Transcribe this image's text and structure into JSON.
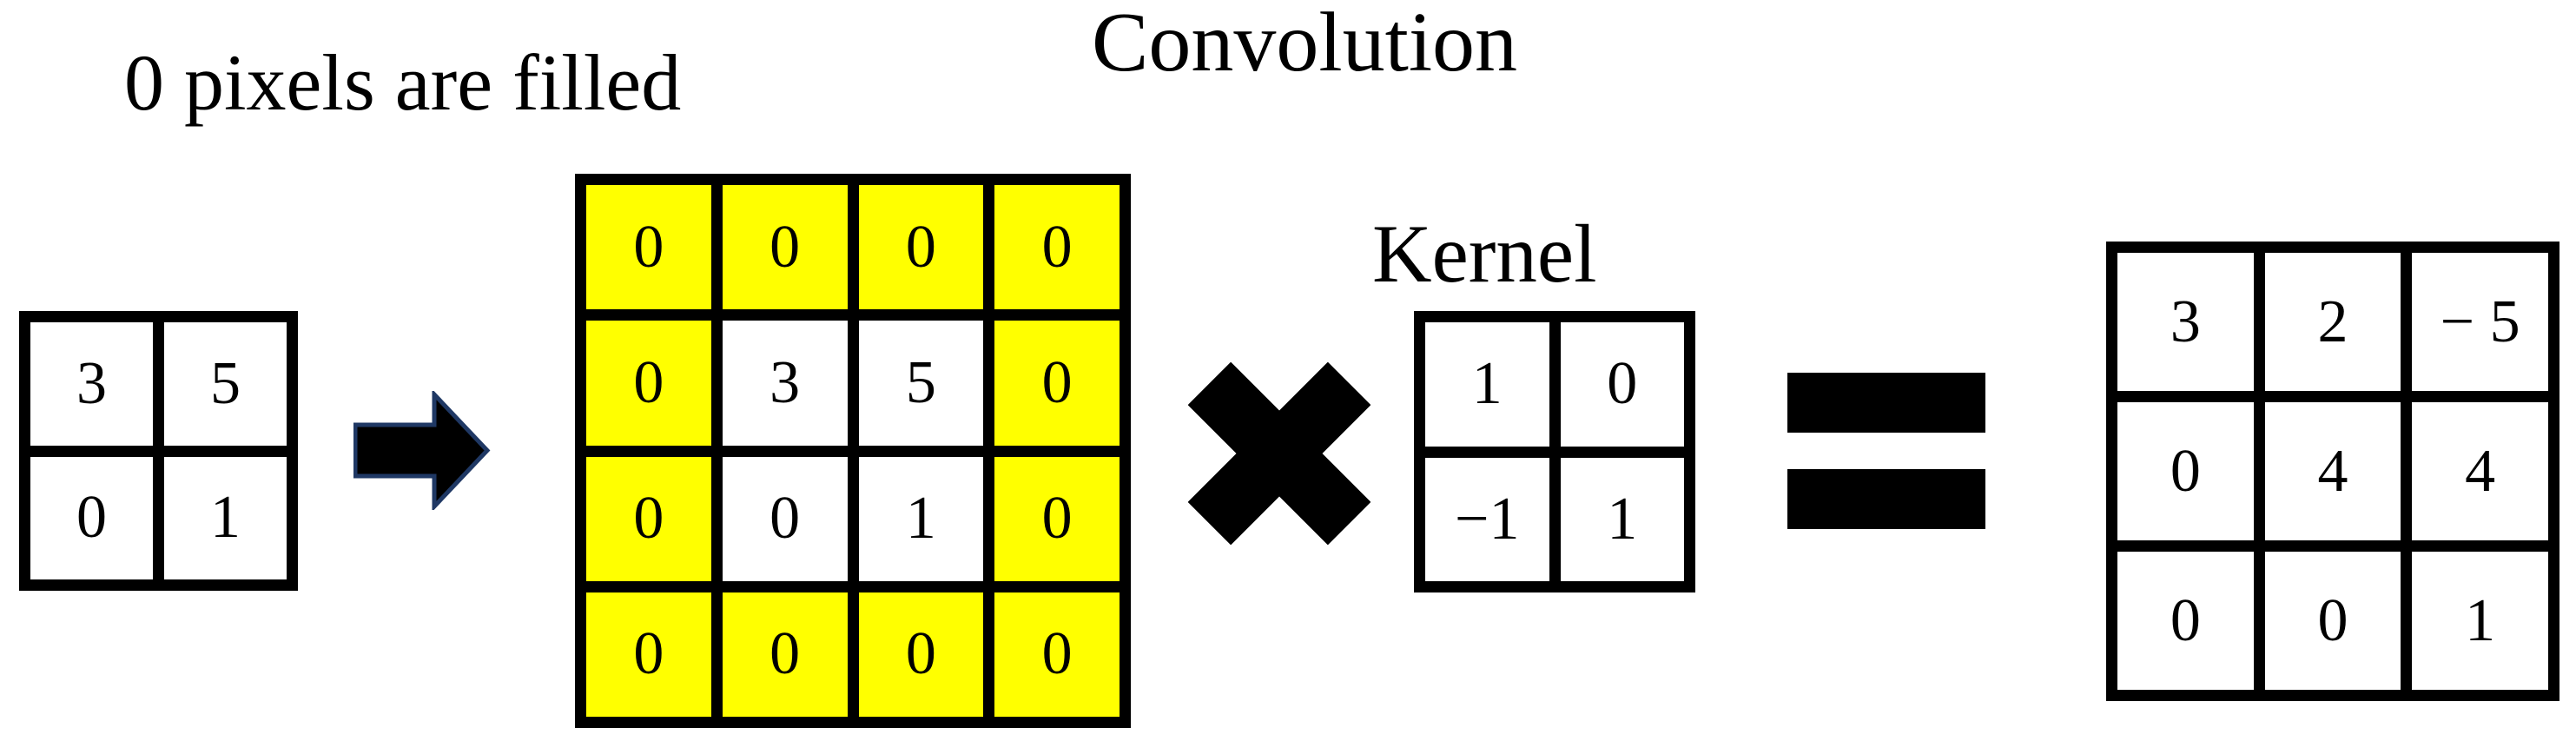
{
  "titles": {
    "padding_note": "0 pixels are filled",
    "convolution": "Convolution",
    "kernel": "Kernel"
  },
  "operators": {
    "arrow_glyph": "➡",
    "multiply_glyph": "×",
    "equals_glyph": "="
  },
  "colors": {
    "page_background": "#ffffff",
    "text_color": "#000000",
    "grid_line": "#000000",
    "cell_fill": "#ffffff",
    "padded_cell_fill": "#ffff00",
    "operator_fill": "#000000",
    "arrow_fill": "#000000",
    "arrow_outline": "#1f3864"
  },
  "matrices": {
    "input": {
      "rows": 2,
      "cols": 2,
      "cells": [
        {
          "value": "3"
        },
        {
          "value": "5"
        },
        {
          "value": "0"
        },
        {
          "value": "1"
        }
      ]
    },
    "padded": {
      "rows": 4,
      "cols": 4,
      "cells": [
        {
          "value": "0",
          "highlight": true
        },
        {
          "value": "0",
          "highlight": true
        },
        {
          "value": "0",
          "highlight": true
        },
        {
          "value": "0",
          "highlight": true
        },
        {
          "value": "0",
          "highlight": true
        },
        {
          "value": "3"
        },
        {
          "value": "5"
        },
        {
          "value": "0",
          "highlight": true
        },
        {
          "value": "0",
          "highlight": true
        },
        {
          "value": "0"
        },
        {
          "value": "1"
        },
        {
          "value": "0",
          "highlight": true
        },
        {
          "value": "0",
          "highlight": true
        },
        {
          "value": "0",
          "highlight": true
        },
        {
          "value": "0",
          "highlight": true
        },
        {
          "value": "0",
          "highlight": true
        }
      ]
    },
    "kernel": {
      "rows": 2,
      "cols": 2,
      "cells": [
        {
          "value": "1"
        },
        {
          "value": "0"
        },
        {
          "value": "−1"
        },
        {
          "value": "1"
        }
      ]
    },
    "output": {
      "rows": 3,
      "cols": 3,
      "cells": [
        {
          "value": "3"
        },
        {
          "value": "2"
        },
        {
          "value": "− 5"
        },
        {
          "value": "0"
        },
        {
          "value": "4"
        },
        {
          "value": "4"
        },
        {
          "value": "0"
        },
        {
          "value": "0"
        },
        {
          "value": "1"
        }
      ]
    }
  }
}
